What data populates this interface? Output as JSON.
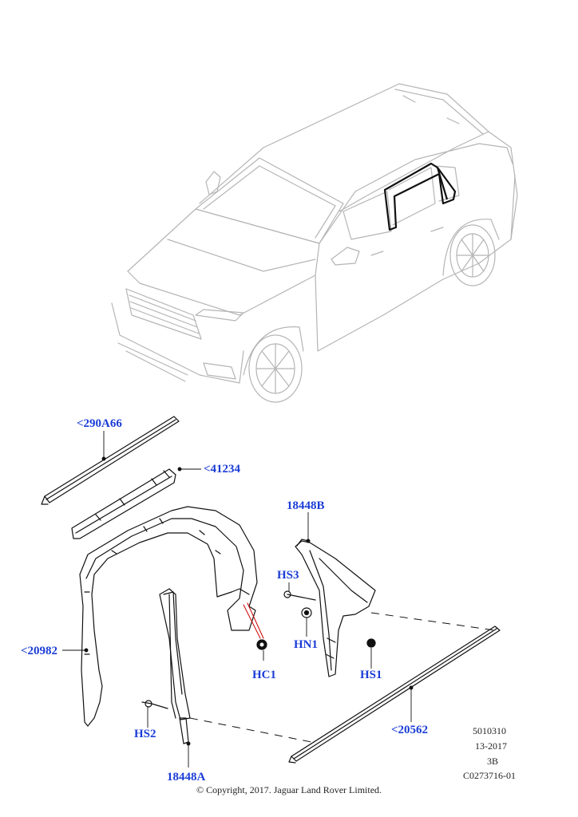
{
  "callouts": {
    "c290a66": "<290A66",
    "c41234": "<41234",
    "c18448b": "18448B",
    "chs3": "HS3",
    "chn1": "HN1",
    "chc1": "HC1",
    "chs1": "HS1",
    "c20982": "<20982",
    "chs2": "HS2",
    "c18448a": "18448A",
    "c20562": "<20562"
  },
  "meta": {
    "code1": "5010310",
    "date": "13-2017",
    "rev": "3B",
    "ref": "C0273716-01"
  },
  "copyright": "© Copyright, 2017. Jaguar Land Rover Limited.",
  "colors": {
    "callout": "#1a3cd6",
    "line": "#111111",
    "vehicle": "#b5b5b5"
  }
}
